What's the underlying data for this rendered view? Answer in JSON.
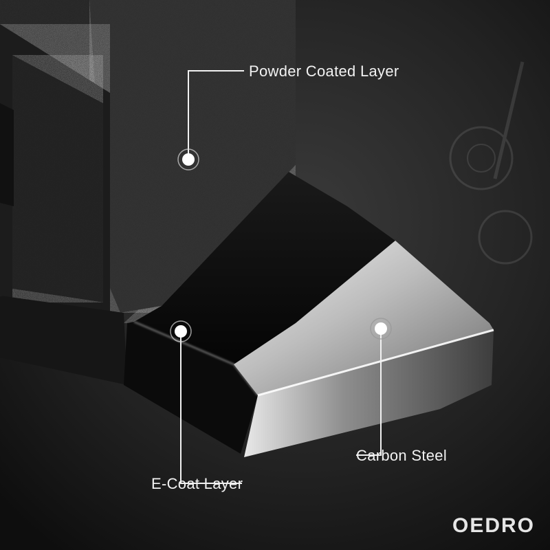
{
  "callouts": {
    "powder_coated": "Powder Coated Layer",
    "e_coat": "E-Coat Layer",
    "carbon_steel": "Carbon Steel"
  },
  "brand": {
    "logo_text": "OEDRO"
  },
  "colors": {
    "background": "#1c1c1c",
    "powder_texture": "#2a2a2a",
    "ecoat_black": "#0d0d0d",
    "steel_silver": "#b8b8b8",
    "label_text": "#f2f2f2"
  }
}
